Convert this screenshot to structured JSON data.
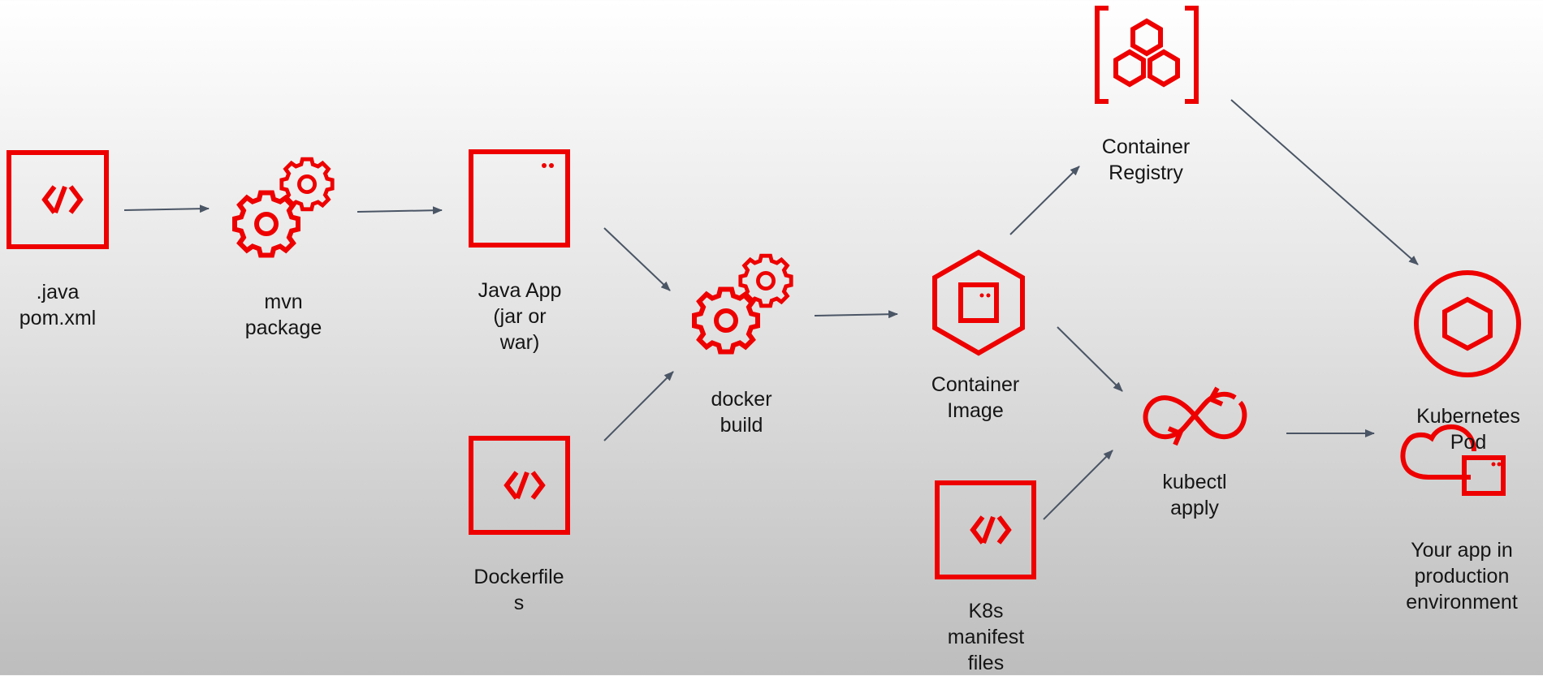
{
  "colors": {
    "icon": "#ee0000",
    "arrow": "#4a5565",
    "text": "#151515"
  },
  "nodes": {
    "source": {
      "label": ".java\npom.xml",
      "icon": "code-icon"
    },
    "mvn": {
      "label": "mvn\npackage",
      "icon": "gears-icon"
    },
    "java_app": {
      "label": "Java App\n(jar or\nwar)",
      "icon": "app-window-icon"
    },
    "dockerfiles": {
      "label": "Dockerfile\ns",
      "icon": "code-icon"
    },
    "docker_build": {
      "label": "docker\nbuild",
      "icon": "gears-icon"
    },
    "container_image": {
      "label": "Container\nImage",
      "icon": "container-hexagon-icon"
    },
    "container_registry": {
      "label": "Container\nRegistry",
      "icon": "registry-icon"
    },
    "k8s_manifests": {
      "label": "K8s\nmanifest\nfiles",
      "icon": "code-icon"
    },
    "kubectl": {
      "label": "kubectl\napply",
      "icon": "infinity-cycle-icon"
    },
    "k8s_pod": {
      "label": "Kubernetes\nPod",
      "icon": "pod-icon"
    },
    "production": {
      "label": "Your app in\nproduction\nenvironment",
      "icon": "cloud-app-icon"
    }
  },
  "edges": [
    [
      "source",
      "mvn"
    ],
    [
      "mvn",
      "java_app"
    ],
    [
      "java_app",
      "docker_build"
    ],
    [
      "dockerfiles",
      "docker_build"
    ],
    [
      "docker_build",
      "container_image"
    ],
    [
      "container_image",
      "container_registry"
    ],
    [
      "container_image",
      "kubectl"
    ],
    [
      "k8s_manifests",
      "kubectl"
    ],
    [
      "container_registry",
      "k8s_pod"
    ],
    [
      "kubectl",
      "production"
    ]
  ]
}
